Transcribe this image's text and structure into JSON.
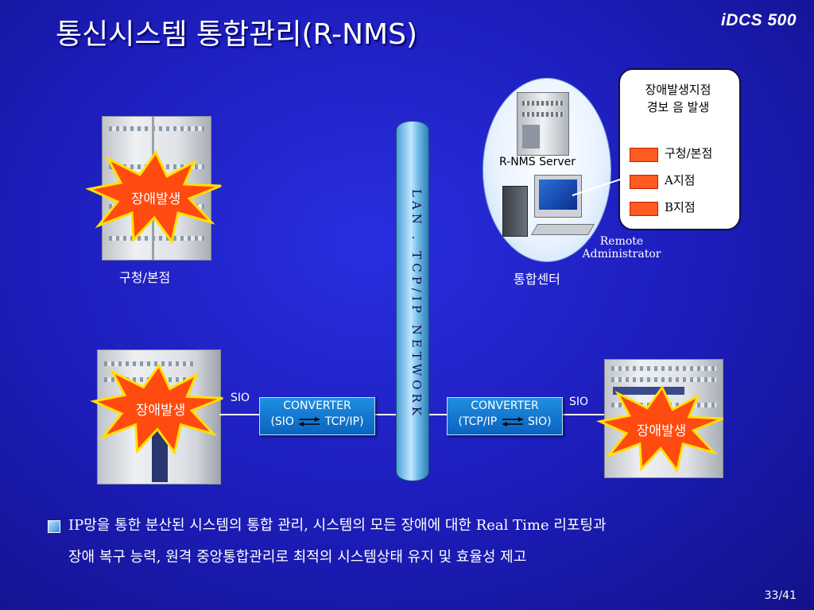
{
  "title": "통신시스템 통합관리(R-NMS)",
  "brand": "iDCS 500",
  "network_label": "LAN . TCP/IP NETWORK",
  "sites": {
    "hq": {
      "label": "구청/본점",
      "alarm": "장애발생"
    },
    "center": {
      "label": "통합센터"
    },
    "branch_left": {
      "alarm": "장애발생",
      "port": "SIO"
    },
    "branch_right": {
      "alarm": "장애발생",
      "port": "SIO"
    }
  },
  "converters": {
    "left": {
      "line1": "CONVERTER",
      "line2_a": "(SIO",
      "line2_b": "TCP/IP)"
    },
    "right": {
      "line1": "CONVERTER",
      "line2_a": "(TCP/IP",
      "line2_b": "SIO)"
    }
  },
  "server": {
    "label": "R-NMS Server",
    "remote_line1": "Remote",
    "remote_line2": "Administrator"
  },
  "callout": {
    "title_line1": "장애발생지점",
    "title_line2": "경보 음 발생",
    "items": [
      "구청/본점",
      "A지점",
      "B지점"
    ],
    "swatch_color": "#ff5a1f"
  },
  "description": {
    "line1": "IP망을 통한 분산된 시스템의 통합 관리, 시스템의 모든 장애에 대한 Real Time 리포팅과",
    "line2": "장애 복구 능력, 원격 중앙통합관리로 최적의 시스템상태 유지 및 효율성 제고"
  },
  "page_number": "33/41",
  "colors": {
    "background": "#1c1cb8",
    "burst": "#ff4a10",
    "converter": "#0a63c0"
  }
}
